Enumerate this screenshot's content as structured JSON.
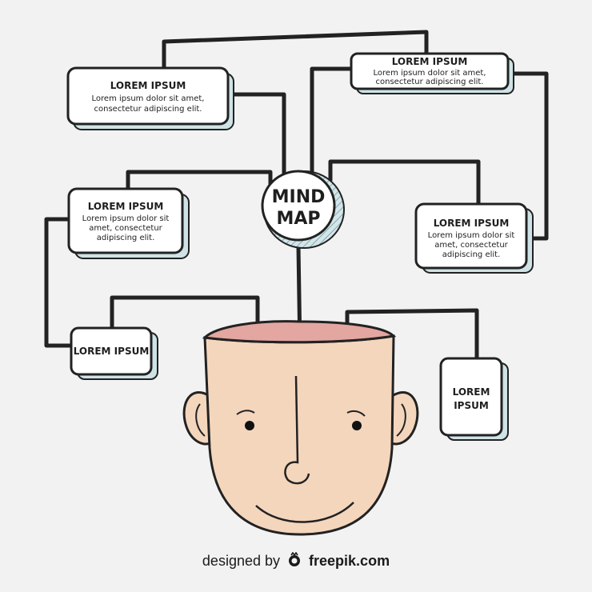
{
  "center_node": {
    "line1": "MIND",
    "line2": "MAP"
  },
  "nodes": {
    "top_left": {
      "title": "LOREM IPSUM",
      "body": [
        "Lorem ipsum dolor sit amet,",
        "consectetur adipiscing elit."
      ]
    },
    "top_right": {
      "title": "LOREM IPSUM",
      "body": [
        "Lorem ipsum dolor sit amet,",
        "consectetur adipiscing elit."
      ]
    },
    "mid_left": {
      "title": "LOREM IPSUM",
      "body": [
        "Lorem ipsum dolor sit",
        "amet, consectetur",
        "adipiscing elit."
      ]
    },
    "mid_right": {
      "title": "LOREM IPSUM",
      "body": [
        "Lorem ipsum dolor sit",
        "amet, consectetur",
        "adipiscing elit."
      ]
    },
    "low_left": {
      "title": "LOREM IPSUM"
    },
    "low_right": {
      "title_line1": "LOREM",
      "title_line2": "IPSUM"
    }
  },
  "footer": {
    "prefix": "designed by",
    "brand": "freepik.com"
  },
  "colors": {
    "background": "#f2f2f2",
    "skin": "#f4d6bd",
    "head_opening": "#e3a6a0",
    "box_shadow": "#cfe3e6",
    "line": "#222222"
  }
}
